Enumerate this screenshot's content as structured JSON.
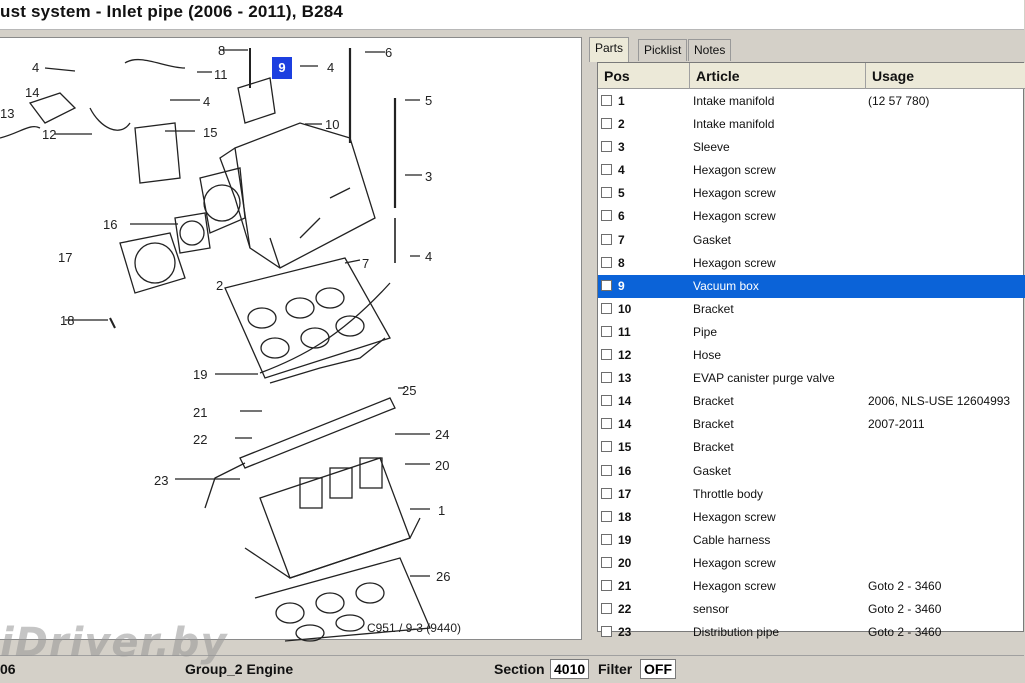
{
  "window": {
    "title": "ust system - Inlet pipe    (2006 - 2011), B284"
  },
  "diagram": {
    "callouts": [
      "1",
      "2",
      "3",
      "4",
      "4",
      "4",
      "4",
      "5",
      "6",
      "7",
      "8",
      "10",
      "11",
      "12",
      "13",
      "14",
      "15",
      "16",
      "17",
      "18",
      "19",
      "20",
      "21",
      "22",
      "23",
      "24",
      "25",
      "26"
    ],
    "selected_callout": "9",
    "reference": "C951 / 9-3 (9440)",
    "colors": {
      "selected_callout_bg": "#1c3fe0",
      "line": "#222222"
    }
  },
  "tabs": [
    {
      "label": "Parts",
      "active": true
    },
    {
      "label": "Picklist",
      "active": false
    },
    {
      "label": "Notes",
      "active": false
    }
  ],
  "grid": {
    "columns": [
      "Pos",
      "Article",
      "Usage"
    ],
    "selected_row_index": 8,
    "selection_color": "#0b63d8",
    "rows": [
      {
        "pos": "1",
        "article": "Intake manifold",
        "usage": "(12 57 780)"
      },
      {
        "pos": "2",
        "article": "Intake manifold",
        "usage": ""
      },
      {
        "pos": "3",
        "article": "Sleeve",
        "usage": ""
      },
      {
        "pos": "4",
        "article": "Hexagon screw",
        "usage": ""
      },
      {
        "pos": "5",
        "article": "Hexagon screw",
        "usage": ""
      },
      {
        "pos": "6",
        "article": "Hexagon screw",
        "usage": ""
      },
      {
        "pos": "7",
        "article": "Gasket",
        "usage": ""
      },
      {
        "pos": "8",
        "article": "Hexagon screw",
        "usage": ""
      },
      {
        "pos": "9",
        "article": "Vacuum box",
        "usage": ""
      },
      {
        "pos": "10",
        "article": "Bracket",
        "usage": ""
      },
      {
        "pos": "11",
        "article": "Pipe",
        "usage": ""
      },
      {
        "pos": "12",
        "article": "Hose",
        "usage": ""
      },
      {
        "pos": "13",
        "article": "EVAP canister purge valve",
        "usage": ""
      },
      {
        "pos": "14",
        "article": "Bracket",
        "usage": "2006, NLS-USE 12604993"
      },
      {
        "pos": "14",
        "article": "Bracket",
        "usage": "2007-2011"
      },
      {
        "pos": "15",
        "article": "Bracket",
        "usage": ""
      },
      {
        "pos": "16",
        "article": "Gasket",
        "usage": ""
      },
      {
        "pos": "17",
        "article": "Throttle body",
        "usage": ""
      },
      {
        "pos": "18",
        "article": "Hexagon screw",
        "usage": ""
      },
      {
        "pos": "19",
        "article": "Cable harness",
        "usage": ""
      },
      {
        "pos": "20",
        "article": "Hexagon screw",
        "usage": ""
      },
      {
        "pos": "21",
        "article": "Hexagon screw",
        "usage": "Goto 2 - 3460"
      },
      {
        "pos": "22",
        "article": "sensor",
        "usage": "Goto 2 - 3460"
      },
      {
        "pos": "23",
        "article": "Distribution pipe",
        "usage": "Goto 2 - 3460"
      }
    ]
  },
  "statusbar": {
    "left_fragment": "06",
    "group": "Group_2 Engine",
    "section_label": "Section",
    "section_value": "4010",
    "filter_label": "Filter",
    "filter_value": "OFF"
  },
  "watermark": "iDriver.by"
}
